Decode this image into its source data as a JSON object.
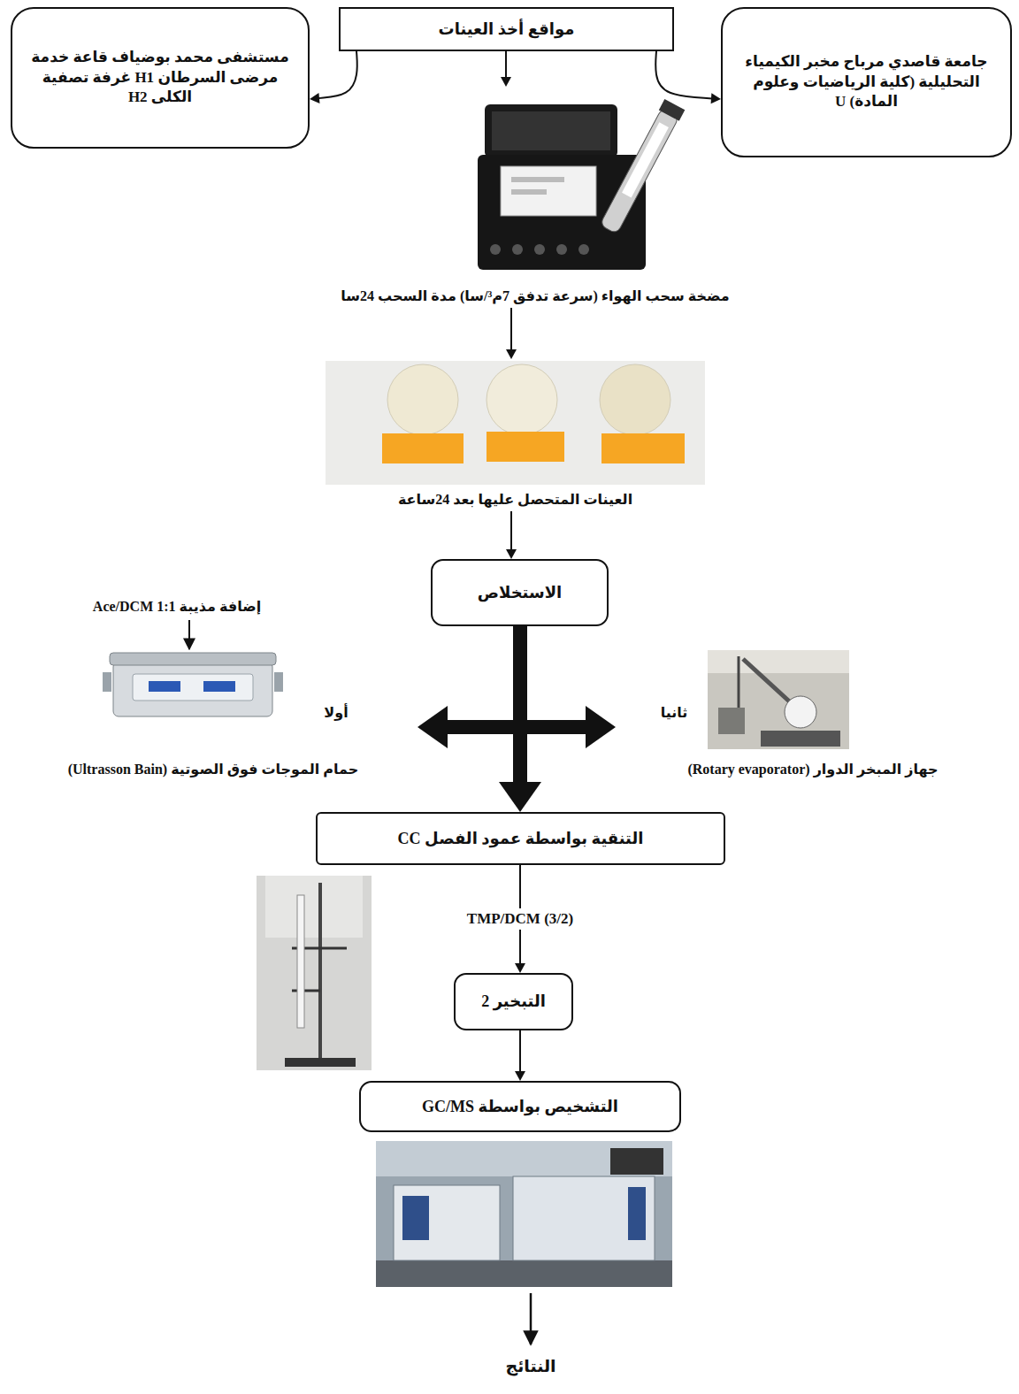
{
  "diagram": {
    "nodes": [
      {
        "text": [
          "مواقع أخذ العينات"
        ]
      },
      {
        "text": [
          "مستشفى محمد بوضياف قاعة خدمة مرضى السرطان H1 غرفة تصفية الكلى H2"
        ]
      },
      {
        "text": [
          "جامعة قاصدي مرباح مخبر الكيمياء التحليلية (كلية الرياضيات وعلوم المادة) U"
        ]
      },
      {
        "text": [
          "مضخة سحب الهواء (سرعة تدفق 7م³/سا) مدة السحب 24سا"
        ]
      },
      {
        "text": [
          "العينات المتحصل عليها بعد 24ساعة"
        ]
      },
      {
        "text": [
          "الاستخلاص"
        ]
      },
      {
        "text": [
          "حمام الموجات فوق الصوتية (Ultrasson Bain)"
        ]
      },
      {
        "text": [
          "جهاز المبخر الدوار (Rotary evaporator)"
        ]
      },
      {
        "text": [
          "التنقية بواسطة عمود الفصل CC"
        ]
      },
      {
        "text": [
          "التبخير 2"
        ]
      },
      {
        "text": [
          "التشخيص بواسطة GC/MS"
        ]
      }
    ],
    "edges": [
      {
        "from": 0,
        "to": 1,
        "arrow": "to"
      },
      {
        "from": 0,
        "to": 2,
        "arrow": "to"
      },
      {
        "from": 0,
        "to": 3,
        "arrow": "to"
      },
      {
        "from": 3,
        "to": 4,
        "arrow": "to"
      },
      {
        "from": 4,
        "to": 5,
        "arrow": "to"
      },
      {
        "from": 5,
        "to": 6,
        "arrow": "to"
      },
      {
        "from": 5,
        "to": 7,
        "arrow": "to"
      },
      {
        "from": 5,
        "to": 8,
        "arrow": "to"
      },
      {
        "from": 8,
        "to": 9,
        "label": "TMP/DCM (3/2)",
        "arrow": "to"
      },
      {
        "from": 9,
        "to": 10,
        "arrow": "to"
      }
    ],
    "labels": [
      "إضافة مذيبة 1:1 Ace/DCM",
      "أولا",
      "ثانيا",
      "النتائج"
    ]
  }
}
